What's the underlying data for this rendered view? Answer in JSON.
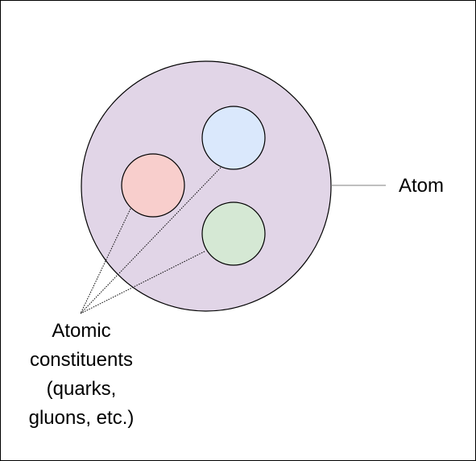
{
  "labels": {
    "atom": "Atom",
    "constituents_lines": [
      "Atomic",
      "constituents",
      "(quarks,",
      "gluons, etc.)"
    ]
  },
  "colors": {
    "atom_fill": "#e1d5e7",
    "constituent_red": "#f8cecc",
    "constituent_blue": "#dae8fc",
    "constituent_green": "#d5e8d4",
    "stroke": "#000000",
    "leader_line": "#7f7f7f"
  }
}
